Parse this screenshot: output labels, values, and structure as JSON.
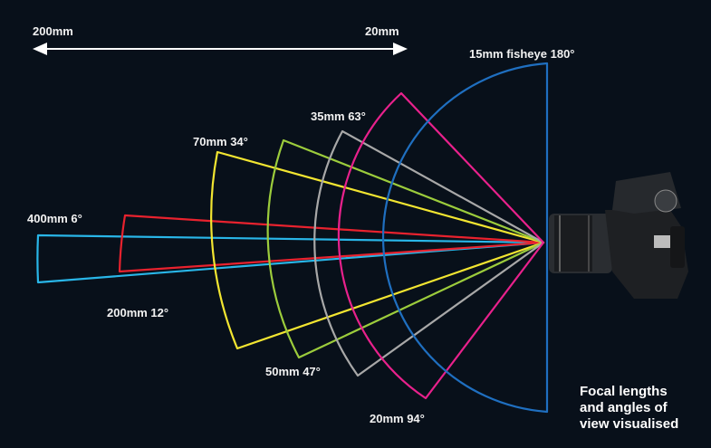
{
  "scale": {
    "left_label": "200mm",
    "right_label": "20mm"
  },
  "lenses": [
    {
      "label": "400mm 6°",
      "focal_mm": 400,
      "angle_deg": 6,
      "color": "#29b6e8"
    },
    {
      "label": "200mm 12°",
      "focal_mm": 200,
      "angle_deg": 12,
      "color": "#e8222e"
    },
    {
      "label": "70mm 34°",
      "focal_mm": 70,
      "angle_deg": 34,
      "color": "#f2e531"
    },
    {
      "label": "50mm 47°",
      "focal_mm": 50,
      "angle_deg": 47,
      "color": "#9ccc3c"
    },
    {
      "label": "35mm 63°",
      "focal_mm": 35,
      "angle_deg": 63,
      "color": "#a8a8a8"
    },
    {
      "label": "20mm 94°",
      "focal_mm": 20,
      "angle_deg": 94,
      "color": "#e8218c"
    },
    {
      "label": "15mm fisheye 180°",
      "focal_mm": 15,
      "angle_deg": 180,
      "color": "#1f6fc0"
    }
  ],
  "caption": [
    "Focal lengths",
    "and angles of",
    "view visualised"
  ]
}
